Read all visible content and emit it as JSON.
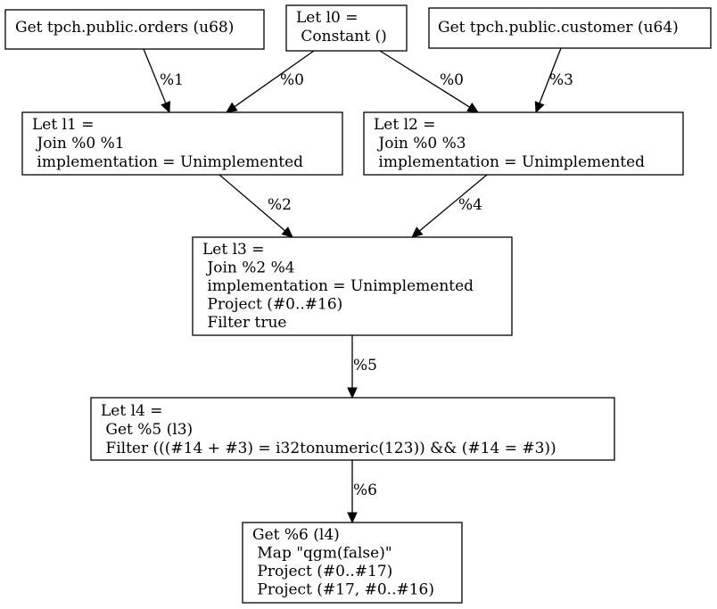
{
  "nodes": [
    {
      "id": "orders",
      "lines": [
        "Get tpch.public.orders (u68)"
      ]
    },
    {
      "id": "l0",
      "lines": [
        "Let l0 =",
        " Constant ()"
      ]
    },
    {
      "id": "customer",
      "lines": [
        "Get tpch.public.customer (u64)"
      ]
    },
    {
      "id": "l1",
      "lines": [
        "Let l1 =",
        " Join %0 %1",
        " implementation = Unimplemented"
      ]
    },
    {
      "id": "l2",
      "lines": [
        "Let l2 =",
        " Join %0 %3",
        " implementation = Unimplemented"
      ]
    },
    {
      "id": "l3",
      "lines": [
        "Let l3 =",
        " Join %2 %4",
        " implementation = Unimplemented",
        " Project (#0..#16)",
        " Filter true"
      ]
    },
    {
      "id": "l4",
      "lines": [
        "Let l4 =",
        " Get %5 (l3)",
        " Filter (((#14 + #3) = i32tonumeric(123)) && (#14 = #3))"
      ]
    },
    {
      "id": "result",
      "lines": [
        "Get %6 (l4)",
        " Map \"qgm(false)\"",
        " Project (#0..#17)",
        " Project (#17, #0..#16)"
      ]
    }
  ],
  "edges": [
    {
      "from": "orders",
      "to": "l1",
      "label": "%1"
    },
    {
      "from": "l0",
      "to": "l1",
      "label": "%0"
    },
    {
      "from": "l0",
      "to": "l2",
      "label": "%0"
    },
    {
      "from": "customer",
      "to": "l2",
      "label": "%3"
    },
    {
      "from": "l1",
      "to": "l3",
      "label": "%2"
    },
    {
      "from": "l2",
      "to": "l3",
      "label": "%4"
    },
    {
      "from": "l3",
      "to": "l4",
      "label": "%5"
    },
    {
      "from": "l4",
      "to": "result",
      "label": "%6"
    }
  ]
}
